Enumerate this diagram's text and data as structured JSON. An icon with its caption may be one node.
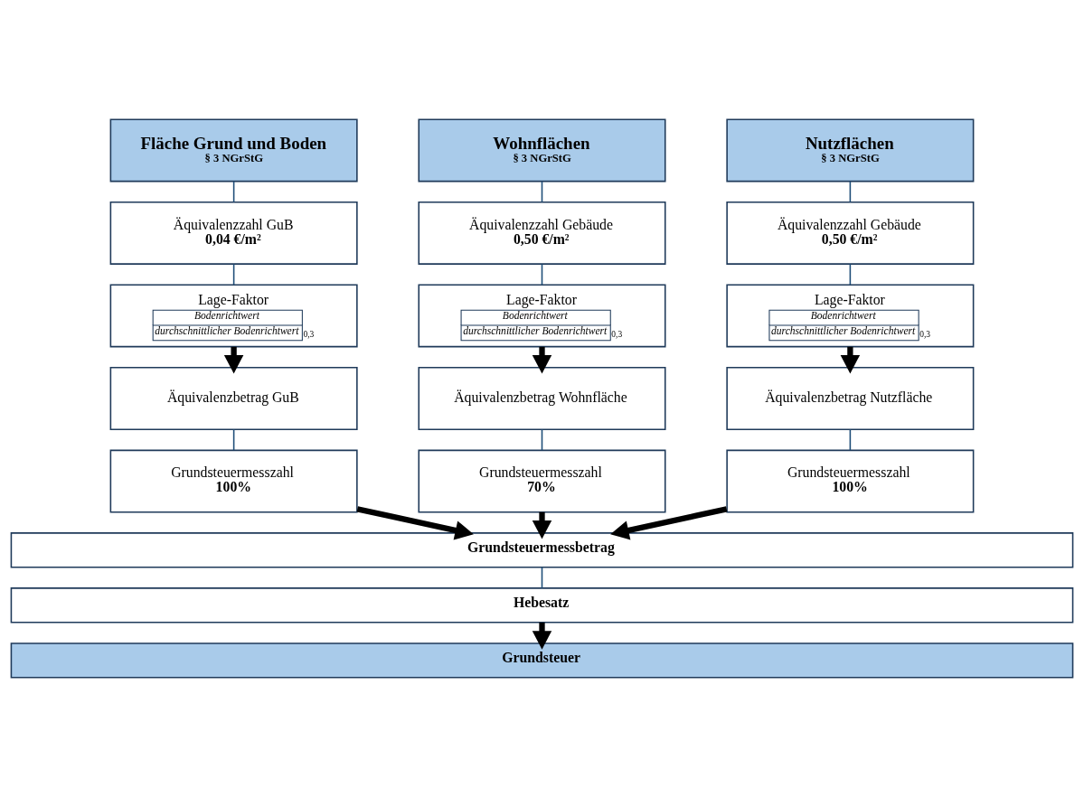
{
  "diagram": {
    "nodes": [
      {
        "text": [
          "Fläche Grund und Boden",
          "§ 3 NGrStG"
        ]
      },
      {
        "text": [
          "Äquivalenzzahl GuB",
          "0,04 €/m²"
        ]
      },
      {
        "text": [
          "Lage-Faktor",
          "Bodenrichtwert",
          "durchschnittlicher Bodenrichtwert",
          "0,3"
        ]
      },
      {
        "text": [
          "Äquivalenzbetrag GuB"
        ]
      },
      {
        "text": [
          "Grundsteuermesszahl",
          "100%"
        ]
      },
      {
        "text": [
          "Wohnflächen",
          "§ 3 NGrStG"
        ]
      },
      {
        "text": [
          "Äquivalenzzahl Gebäude",
          "0,50 €/m²"
        ]
      },
      {
        "text": [
          "Lage-Faktor",
          "Bodenrichtwert",
          "durchschnittlicher Bodenrichtwert",
          "0,3"
        ]
      },
      {
        "text": [
          "Äquivalenzbetrag Wohnfläche"
        ]
      },
      {
        "text": [
          "Grundsteuermesszahl",
          "70%"
        ]
      },
      {
        "text": [
          "Nutzflächen",
          "§ 3 NGrStG"
        ]
      },
      {
        "text": [
          "Äquivalenzzahl Gebäude",
          "0,50 €/m²"
        ]
      },
      {
        "text": [
          "Lage-Faktor",
          "Bodenrichtwert",
          "durchschnittlicher Bodenrichtwert",
          "0,3"
        ]
      },
      {
        "text": [
          "Äquivalenzbetrag Nutzfläche"
        ]
      },
      {
        "text": [
          "Grundsteuermesszahl",
          "100%"
        ]
      },
      {
        "text": [
          "Grundsteuermessbetrag"
        ]
      },
      {
        "text": [
          "Hebesatz"
        ]
      },
      {
        "text": [
          "Grundsteuer"
        ]
      }
    ],
    "edges": [
      {
        "from": 0,
        "to": 1,
        "arrow": "none",
        "color": "#1f4e79"
      },
      {
        "from": 1,
        "to": 2,
        "arrow": "none",
        "color": "#1f4e79"
      },
      {
        "from": 2,
        "to": 3,
        "arrow": "to",
        "style": "thick",
        "color": "#000000"
      },
      {
        "from": 3,
        "to": 4,
        "arrow": "none",
        "color": "#1f4e79"
      },
      {
        "from": 4,
        "to": 15,
        "arrow": "to",
        "style": "thick",
        "color": "#000000"
      },
      {
        "from": 5,
        "to": 6,
        "arrow": "none",
        "color": "#1f4e79"
      },
      {
        "from": 6,
        "to": 7,
        "arrow": "none",
        "color": "#1f4e79"
      },
      {
        "from": 7,
        "to": 8,
        "arrow": "to",
        "style": "thick",
        "color": "#000000"
      },
      {
        "from": 8,
        "to": 9,
        "arrow": "none",
        "color": "#1f4e79"
      },
      {
        "from": 9,
        "to": 15,
        "arrow": "to",
        "style": "thick",
        "color": "#000000"
      },
      {
        "from": 10,
        "to": 11,
        "arrow": "none",
        "color": "#1f4e79"
      },
      {
        "from": 11,
        "to": 12,
        "arrow": "none",
        "color": "#1f4e79"
      },
      {
        "from": 12,
        "to": 13,
        "arrow": "to",
        "style": "thick",
        "color": "#000000"
      },
      {
        "from": 13,
        "to": 14,
        "arrow": "none",
        "color": "#1f4e79"
      },
      {
        "from": 14,
        "to": 15,
        "arrow": "to",
        "style": "thick",
        "color": "#000000"
      },
      {
        "from": 15,
        "to": 16,
        "arrow": "none",
        "color": "#1f4e79"
      },
      {
        "from": 16,
        "to": 17,
        "arrow": "to",
        "style": "thick",
        "color": "#000000"
      }
    ]
  }
}
